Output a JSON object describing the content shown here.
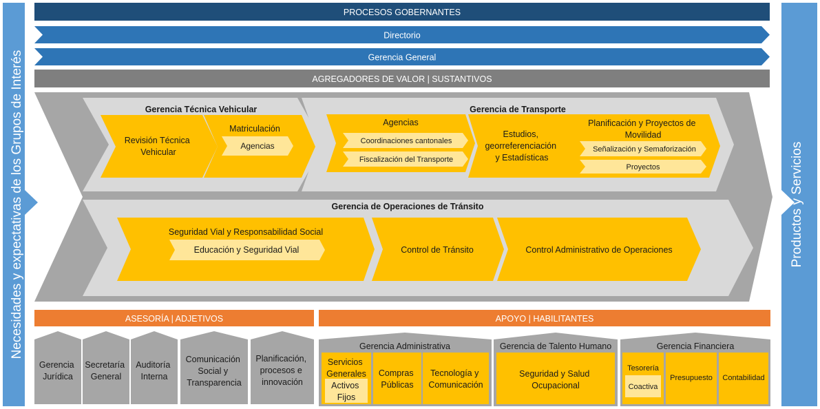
{
  "colors": {
    "navy": "#1f4e79",
    "blue": "#2e75b6",
    "side_blue": "#5b9bd5",
    "gray_bar": "#7f7f7f",
    "gray_chevron": "#a6a6a6",
    "light_gray": "#d9d9d9",
    "yellow": "#ffc000",
    "pale_yellow": "#ffe699",
    "orange": "#ed7d31",
    "white": "#ffffff"
  },
  "left_label": "Necesidades y expectativas de los Grupos de Interés",
  "right_label": "Productos y Servicios",
  "governing": {
    "title": "PROCESOS GOBERNANTES",
    "directorio": "Directorio",
    "gerencia_general": "Gerencia General"
  },
  "value_adders": {
    "title": "AGREGADORES DE VALOR | SUSTANTIVOS",
    "vehicular": {
      "title": "Gerencia Técnica Vehicular",
      "revision": [
        "Revisión Técnica",
        "Vehicular"
      ],
      "matriculacion": "Matriculación",
      "agencias": "Agencias"
    },
    "transporte": {
      "title": "Gerencia de Transporte",
      "agencias": "Agencias",
      "coordinaciones": "Coordinaciones cantonales",
      "fiscalizacion": "Fiscalización del Transporte",
      "estudios": [
        "Estudios,",
        "georreferenciación",
        "y Estadísticas"
      ],
      "planificacion": [
        "Planificación y Proyectos de",
        "Movilidad"
      ],
      "senalizacion": "Señalización y Semaforización",
      "proyectos": "Proyectos"
    },
    "operaciones": {
      "title": "Gerencia de Operaciones de Tránsito",
      "seguridad": "Seguridad Vial y Responsabilidad Social",
      "educacion": "Educación y Seguridad Vial",
      "control": "Control de Tránsito",
      "control_admin": "Control Administrativo de Operaciones"
    }
  },
  "advisory": {
    "title": "ASESORÍA | ADJETIVOS",
    "items": [
      [
        "Gerencia",
        "Jurídica"
      ],
      [
        "Secretaría",
        "General"
      ],
      [
        "Auditoría",
        "Interna"
      ],
      [
        "Comunicación",
        "Social y",
        "Transparencia"
      ],
      [
        "Planificación,",
        "procesos e",
        "innovación"
      ]
    ]
  },
  "support": {
    "title": "APOYO | HABILITANTES",
    "administrativa": {
      "title": "Gerencia Administrativa",
      "servicios": [
        "Servicios",
        "Generales"
      ],
      "activos": [
        "Activos",
        "Fijos"
      ],
      "compras": [
        "Compras",
        "Públicas"
      ],
      "tecnologia": [
        "Tecnología y",
        "Comunicación"
      ]
    },
    "talento": {
      "title": "Gerencia de Talento Humano",
      "seguridad": [
        "Seguridad y Salud",
        "Ocupacional"
      ]
    },
    "financiera": {
      "title": "Gerencia Financiera",
      "tesoreria": "Tesorería",
      "coactiva": "Coactiva",
      "presupuesto": "Presupuesto",
      "contabilidad": "Contabilidad"
    }
  }
}
